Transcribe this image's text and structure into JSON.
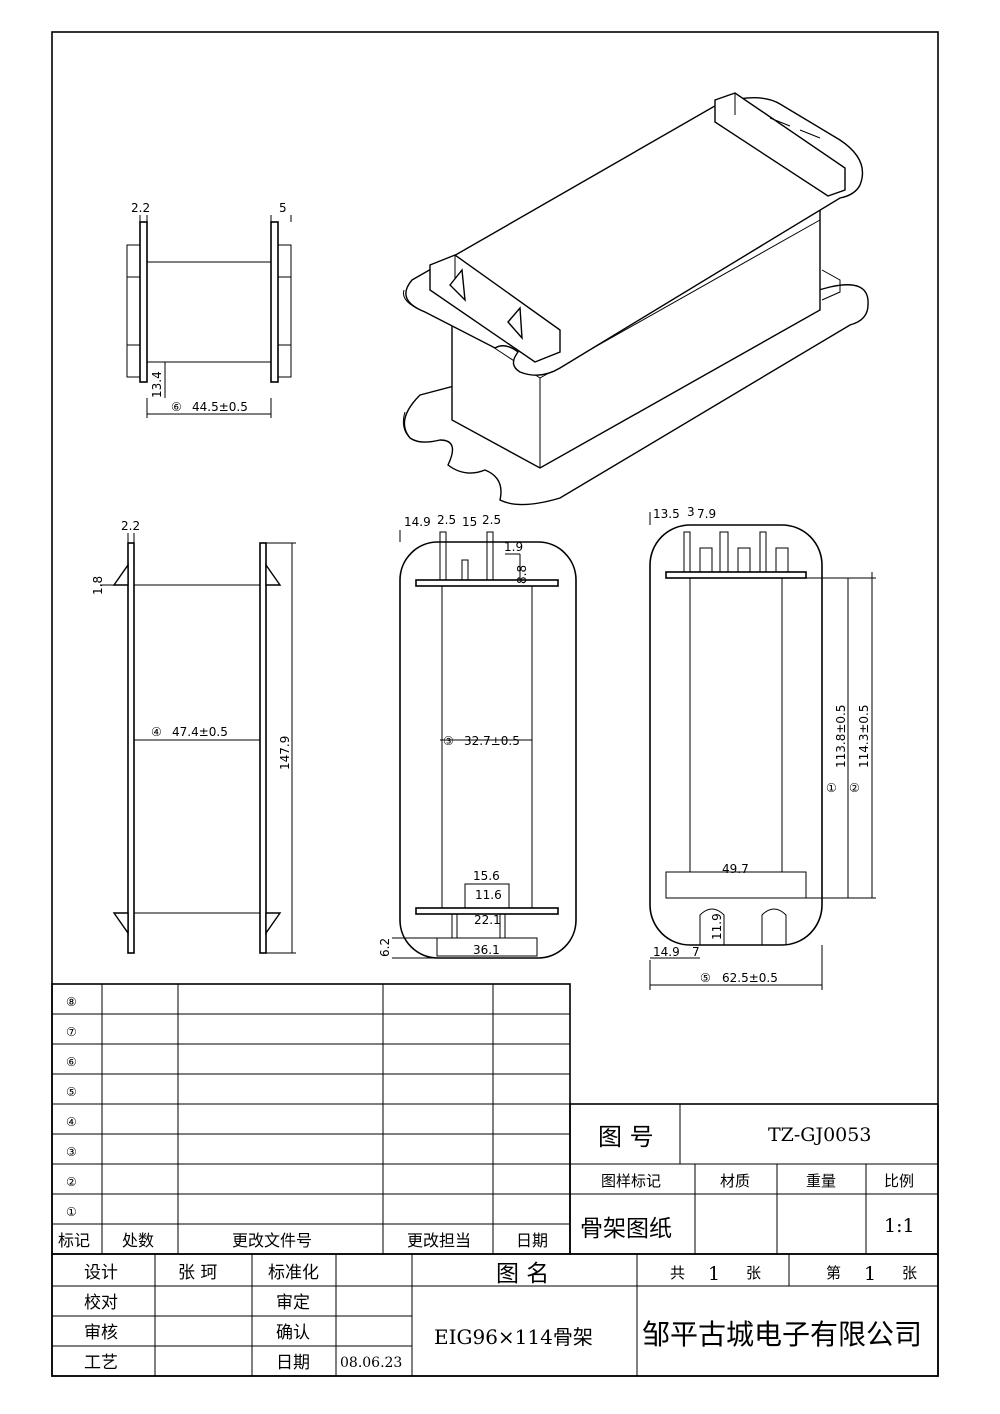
{
  "views": {
    "top": {
      "dim_flange": "2.2",
      "dim_tab": "5",
      "dim_height": "13.4",
      "callout": "⑥",
      "dim_width": "44.5±0.5"
    },
    "side": {
      "dim_flange": "2.2",
      "dim_lip": "1.8",
      "callout": "④",
      "dim_core": "47.4±0.5",
      "dim_length": "147.9"
    },
    "front": {
      "dim_a": "14.9",
      "dim_b": "2.5",
      "dim_c": "15",
      "dim_d": "2.5",
      "dim_e": "1.9",
      "dim_f": "8.8",
      "callout": "③",
      "dim_core": "32.7±0.5",
      "dim_g": "15.6",
      "dim_h": "11.6",
      "dim_i": "22.1",
      "dim_j": "6.2",
      "dim_k": "36.1"
    },
    "end": {
      "dim_a": "13.5",
      "dim_b": "3",
      "dim_c": "7.9",
      "callout1": "①",
      "callout2": "②",
      "dim_len1": "113.8±0.5",
      "dim_len2": "114.3±0.5",
      "dim_width": "49.7",
      "dim_slot": "11.9",
      "dim_d": "14.9",
      "dim_e": "7",
      "callout5": "⑤",
      "dim_outer": "62.5±0.5"
    }
  },
  "revision_table": {
    "rows": [
      "⑧",
      "⑦",
      "⑥",
      "⑤",
      "④",
      "③",
      "②",
      "①"
    ],
    "headers": [
      "标记",
      "处数",
      "更改文件号",
      "更改担当",
      "日期"
    ]
  },
  "title_block": {
    "drawing_no_label": "图 号",
    "drawing_no": "TZ-GJ0053",
    "col_mark": "图样标记",
    "col_material": "材质",
    "col_weight": "重量",
    "col_scale": "比例",
    "doc_type": "骨架图纸",
    "scale": "1:1",
    "design_label": "设计",
    "designer": "张 珂",
    "standard_label": "标准化",
    "check_label": "校对",
    "approve_label": "审定",
    "review_label": "审核",
    "confirm_label": "确认",
    "process_label": "工艺",
    "date_label": "日期",
    "date": "08.06.23",
    "name_label": "图 名",
    "part_name": "EIG96×114骨架",
    "sheets_prefix": "共",
    "sheets_total": "1",
    "sheets_unit": "张",
    "sheet_prefix": "第",
    "sheet_no": "1",
    "sheet_unit": "张",
    "company": "邹平古城电子有限公司"
  }
}
